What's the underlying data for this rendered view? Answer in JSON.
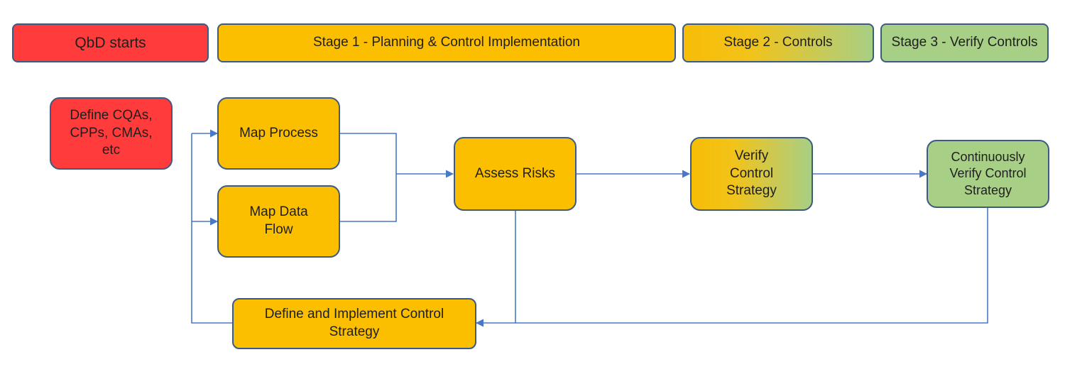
{
  "stages": {
    "qbd_starts": "QbD starts",
    "stage1": "Stage 1 - Planning & Control Implementation",
    "stage2": "Stage 2 -  Controls",
    "stage3": "Stage 3 -  Verify Controls"
  },
  "nodes": {
    "define_cqas": "Define CQAs,\nCPPs, CMAs,\netc",
    "map_process": "Map Process",
    "map_data_flow": "Map Data\nFlow",
    "assess_risks": "Assess Risks",
    "verify_control_strategy": "Verify\nControl\nStrategy",
    "continuously_verify": "Continuously\nVerify Control\nStrategy",
    "define_implement": "Define and Implement Control\nStrategy"
  },
  "colors": {
    "red": "#ff3b3b",
    "yellow": "#fbbf00",
    "green": "#a7cf86",
    "border": "#3d5a80",
    "arrow": "#4a78c9"
  }
}
